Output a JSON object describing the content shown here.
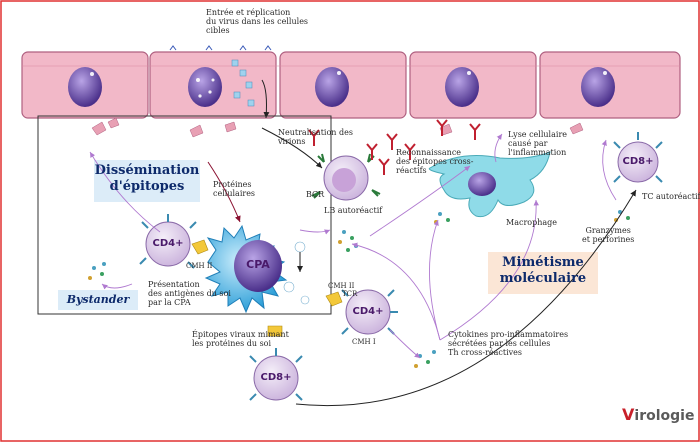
{
  "boxes": {
    "dissemination": "Dissémination\nd'épitopes",
    "bystander": "Bystander",
    "mimetisme": "Mimétisme\nmoléculaire"
  },
  "labels": {
    "entree": "Entrée et réplication\ndu virus dans les cellules\ncibles",
    "neutralisation": "Neutralisation des\nvirions",
    "reconnaissance": "Reconnaissance\ndes épitopes cross-\nréactifs",
    "lyse": "Lyse cellulaire\ncausé par\nl'inflammation",
    "proteines": "Protéines\ncellulaires",
    "bcr": "BCR",
    "lb_autoreactif": "LB autoréactif",
    "macrophage": "Macrophage",
    "granzymes": "Granzymes\net perforines",
    "tc_autoreactif": "TC autoréactif",
    "cmh2_left": "CMH II",
    "cmh2_right": "CMH II",
    "tcr": "TCR",
    "cmh1": "CMH I",
    "presentation": "Présentation\ndes antigènes du soi\npar la CPA",
    "epitopes": "Épitopes viraux mimant\nles protéines du soi",
    "cytokines": "Cytokines pro-inflammatoires\nsécrétées par les cellules\nTh cross-réactives"
  },
  "cells": {
    "cpa": "CPA",
    "cd4_left": "CD4+",
    "cd4_right": "CD4+",
    "cd8_bottom": "CD8+",
    "cd8_right": "CD8+"
  },
  "logo": {
    "initial": "V",
    "rest": "irologie"
  },
  "colors": {
    "border": "#e03030",
    "epithelium": "#f2b8c8",
    "nucleus": "#6a4fa8",
    "cpa": "#4fb8e8",
    "macrophage": "#8fdbe8",
    "box_fill": "#dcecf8",
    "mimetisme_fill": "#fbe6d6",
    "arrow_purple": "#b07ad0"
  }
}
